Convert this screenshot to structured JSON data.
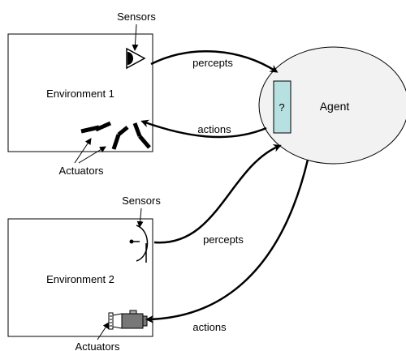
{
  "diagram": {
    "env1": {
      "label": "Environment 1",
      "sensors_label": "Sensors",
      "actuators_label": "Actuators"
    },
    "env2": {
      "label": "Environment 2",
      "sensors_label": "Sensors",
      "actuators_label": "Actuators"
    },
    "agent": {
      "label": "Agent",
      "box_symbol": "?"
    },
    "arrows": {
      "percepts_top": "percepts",
      "actions_top": "actions",
      "percepts_bottom": "percepts",
      "actions_bottom": "actions"
    },
    "colors": {
      "agent_fill": "#f2f2f2",
      "agent_box_fill": "#b7e0e0",
      "motor_fill": "#777777",
      "motor_detail": "#aaaaaa",
      "stroke": "#000000"
    }
  }
}
